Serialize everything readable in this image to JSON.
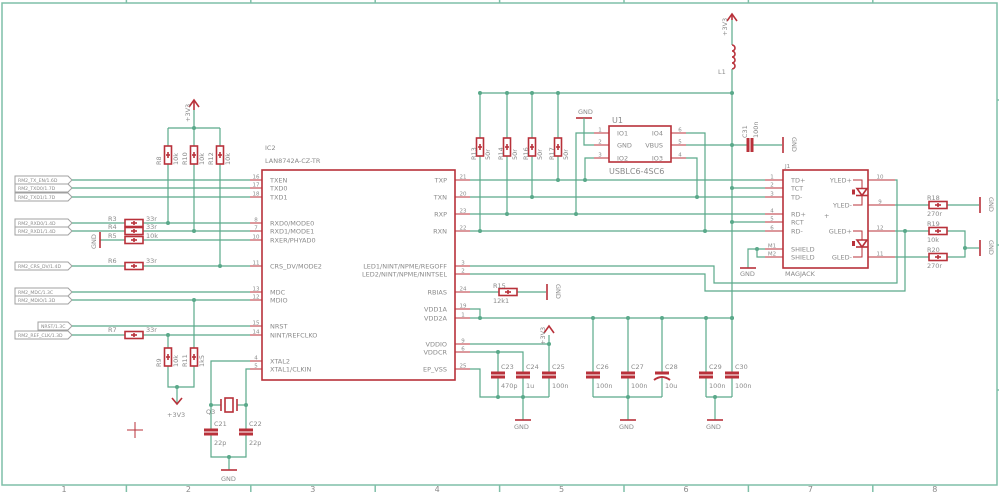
{
  "colors": {
    "wire": "#5aa98a",
    "part": "#b8313a",
    "text": "#8a8a8a",
    "frame": "#7fbfa8"
  },
  "frame": {
    "columns": [
      "1",
      "2",
      "3",
      "4",
      "5",
      "6",
      "7",
      "8"
    ]
  },
  "power": {
    "vcc": "+3V3",
    "gnd": "GND"
  },
  "net_labels": [
    "RM2_TX_EN/1.6D",
    "RM2_TXD0/1.7D",
    "RM2_TXD1/1.7D",
    "RM2_RXD0/1.4D",
    "RM2_RXD1/1.4D",
    "RM2_CRS_DV/1.4D",
    "RM2_MDC/1.3C",
    "RM2_MDIO/1.3D",
    "NRST/1.3C",
    "RM2_REF_CLK/1.3D"
  ],
  "ic2": {
    "ref": "IC2",
    "part": "LAN8742A-CZ-TR",
    "left_pins": [
      {
        "num": "16",
        "name": "TXEN"
      },
      {
        "num": "17",
        "name": "TXD0"
      },
      {
        "num": "18",
        "name": "TXD1"
      },
      {
        "num": "8",
        "name": "RXD0/MODE0"
      },
      {
        "num": "7",
        "name": "RXD1/MODE1"
      },
      {
        "num": "10",
        "name": "RXER/PHYAD0"
      },
      {
        "num": "11",
        "name": "CRS_DV/MODE2"
      },
      {
        "num": "13",
        "name": "MDC"
      },
      {
        "num": "12",
        "name": "MDIO"
      },
      {
        "num": "15",
        "name": "NRST"
      },
      {
        "num": "14",
        "name": "NINT/REFCLKO"
      },
      {
        "num": "4",
        "name": "XTAL2"
      },
      {
        "num": "5",
        "name": "XTAL1/CLKIN"
      }
    ],
    "right_pins": [
      {
        "num": "21",
        "name": "TXP"
      },
      {
        "num": "20",
        "name": "TXN"
      },
      {
        "num": "23",
        "name": "RXP"
      },
      {
        "num": "22",
        "name": "RXN"
      },
      {
        "num": "3",
        "name": "LED1/NINT/NPME/REGOFF"
      },
      {
        "num": "2",
        "name": "LED2/NINT/NPME/NINTSEL"
      },
      {
        "num": "24",
        "name": "RBIAS"
      },
      {
        "num": "19",
        "name": "VDD1A"
      },
      {
        "num": "1",
        "name": "VDD2A"
      },
      {
        "num": "9",
        "name": "VDDIO"
      },
      {
        "num": "6",
        "name": "VDDCR"
      },
      {
        "num": "25",
        "name": "EP_VSS"
      }
    ]
  },
  "u1": {
    "ref": "U1",
    "part": "USBLC6-4SC6",
    "left_pins": [
      {
        "num": "1",
        "name": "IO1"
      },
      {
        "num": "2",
        "name": "GND"
      },
      {
        "num": "3",
        "name": "IO2"
      }
    ],
    "right_pins": [
      {
        "num": "6",
        "name": "IO4"
      },
      {
        "num": "5",
        "name": "VBUS"
      },
      {
        "num": "4",
        "name": "IO3"
      }
    ]
  },
  "j1": {
    "ref": "J1",
    "part": "MAGJACK",
    "left_pins": [
      {
        "num": "1",
        "name": "TD+"
      },
      {
        "num": "2",
        "name": "TCT"
      },
      {
        "num": "3",
        "name": "TD-"
      },
      {
        "num": "4",
        "name": "RD+"
      },
      {
        "num": "5",
        "name": "RCT"
      },
      {
        "num": "6",
        "name": "RD-"
      },
      {
        "num": "M1",
        "name": "SHIELD"
      },
      {
        "num": "M2",
        "name": "SHIELD"
      }
    ],
    "right_pins": [
      {
        "num": "10",
        "name": "YLED+"
      },
      {
        "num": "9",
        "name": "YLED-"
      },
      {
        "num": "12",
        "name": "GLED+"
      },
      {
        "num": "11",
        "name": "GLED-"
      }
    ]
  },
  "resistors": [
    {
      "ref": "R3",
      "value": "33r"
    },
    {
      "ref": "R4",
      "value": "33r"
    },
    {
      "ref": "R5",
      "value": "10k"
    },
    {
      "ref": "R6",
      "value": "33r"
    },
    {
      "ref": "R7",
      "value": "33r"
    },
    {
      "ref": "R8",
      "value": "10k"
    },
    {
      "ref": "R10",
      "value": "10k"
    },
    {
      "ref": "R12",
      "value": "10k"
    },
    {
      "ref": "R9",
      "value": "10k"
    },
    {
      "ref": "R11",
      "value": "1k5"
    },
    {
      "ref": "R13",
      "value": "50r"
    },
    {
      "ref": "R14",
      "value": "50r"
    },
    {
      "ref": "R16",
      "value": "50r"
    },
    {
      "ref": "R17",
      "value": "50r"
    },
    {
      "ref": "R15",
      "value": "12k1"
    },
    {
      "ref": "R18",
      "value": "270r"
    },
    {
      "ref": "R19",
      "value": "10k"
    },
    {
      "ref": "R20",
      "value": "270r"
    }
  ],
  "capacitors": [
    {
      "ref": "C21",
      "value": "22p"
    },
    {
      "ref": "C22",
      "value": "22p"
    },
    {
      "ref": "C23",
      "value": "470p"
    },
    {
      "ref": "C24",
      "value": "1u"
    },
    {
      "ref": "C25",
      "value": "100n"
    },
    {
      "ref": "C26",
      "value": "100n"
    },
    {
      "ref": "C27",
      "value": "100n"
    },
    {
      "ref": "C28",
      "value": "10u"
    },
    {
      "ref": "C29",
      "value": "100n"
    },
    {
      "ref": "C30",
      "value": "100n"
    },
    {
      "ref": "C31",
      "value": "100n"
    }
  ],
  "inductor": {
    "ref": "L1"
  },
  "crystal": {
    "ref": "Q3"
  }
}
